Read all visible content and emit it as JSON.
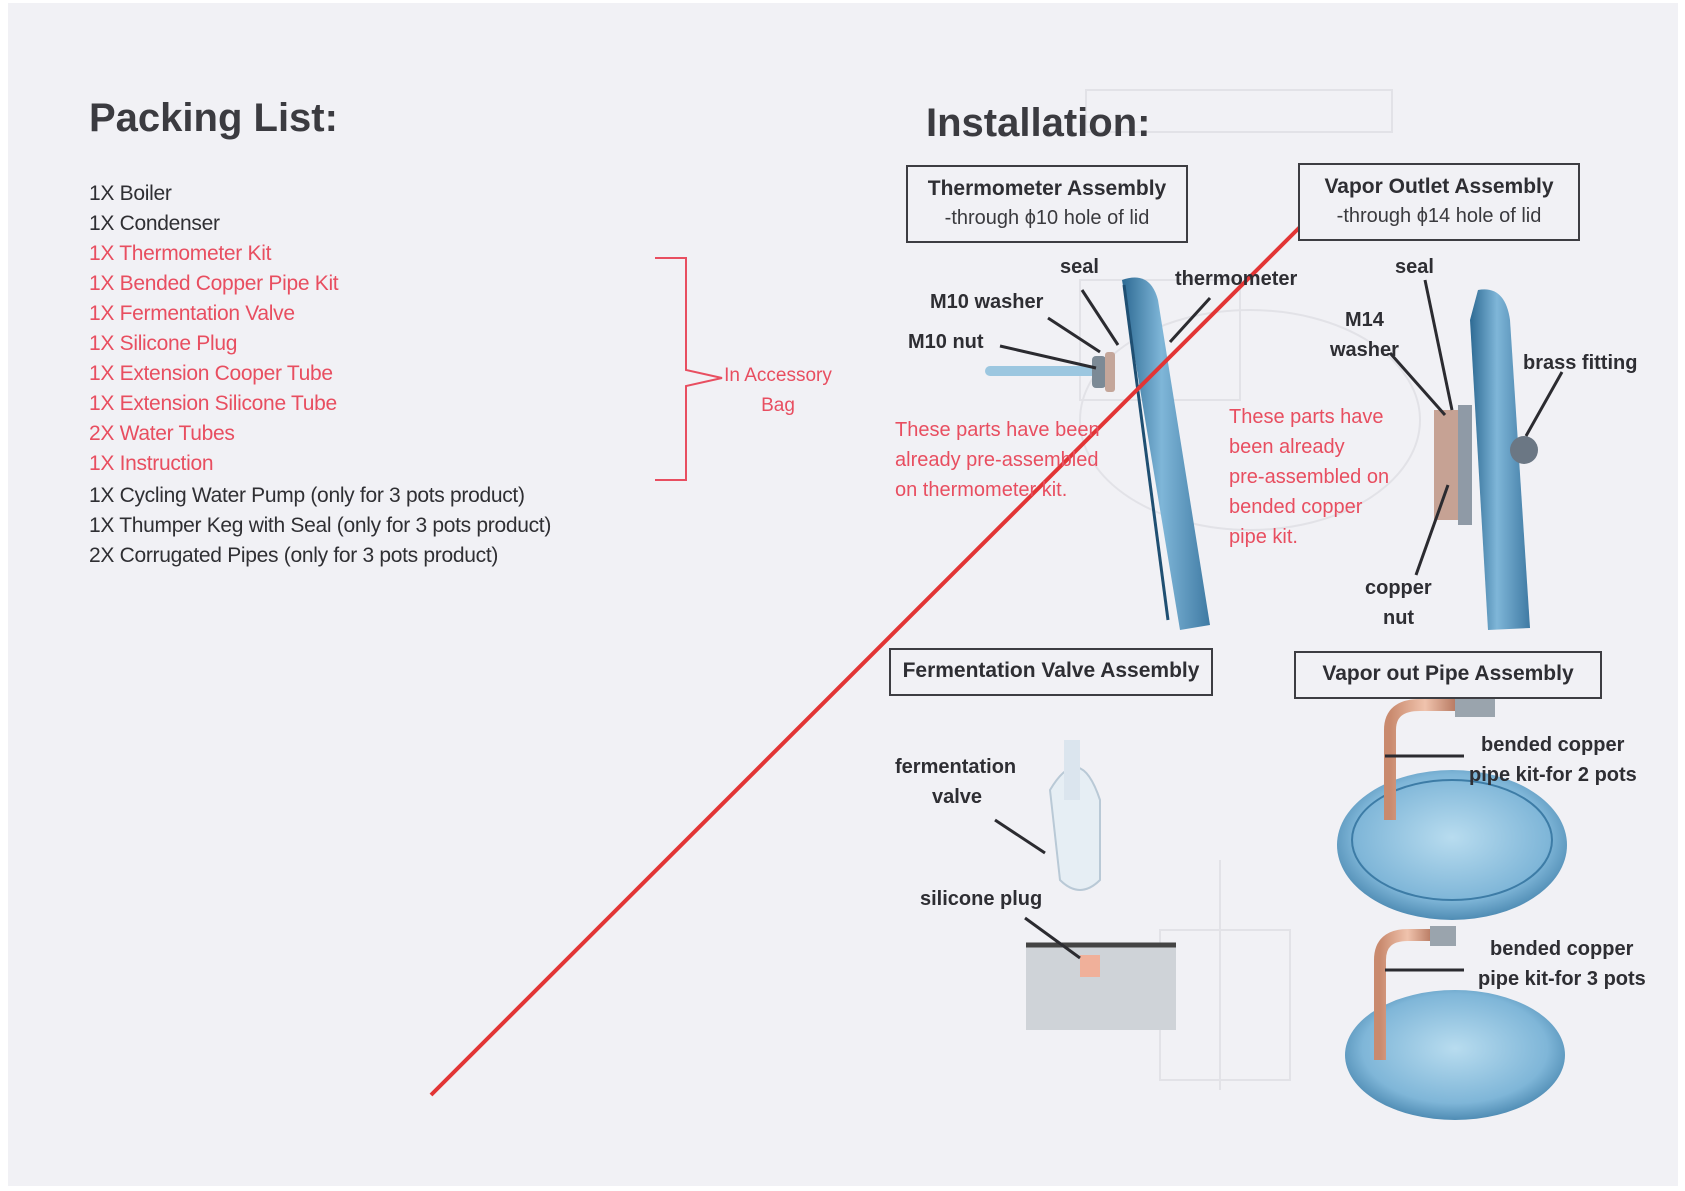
{
  "packing": {
    "title": "Packing List:",
    "items": [
      {
        "text": "1X Boiler",
        "accessory": false
      },
      {
        "text": "1X Condenser",
        "accessory": false
      },
      {
        "text": "1X Thermometer Kit",
        "accessory": true
      },
      {
        "text": "1X Bended Copper Pipe Kit",
        "accessory": true
      },
      {
        "text": "1X Fermentation Valve",
        "accessory": true
      },
      {
        "text": "1X Silicone Plug",
        "accessory": true
      },
      {
        "text": "1X Extension Cooper Tube",
        "accessory": true
      },
      {
        "text": "1X Extension Silicone Tube",
        "accessory": true
      },
      {
        "text": "2X Water Tubes",
        "accessory": true
      },
      {
        "text": "1X Instruction",
        "accessory": true
      },
      {
        "text": "1X Cycling Water Pump (only for 3 pots product)",
        "accessory": false
      },
      {
        "text": "1X Thumper Keg with Seal (only for 3 pots product)",
        "accessory": false
      },
      {
        "text": "2X Corrugated Pipes (only for 3 pots product)",
        "accessory": false
      }
    ],
    "bracket_label": [
      "In Accessory",
      "Bag"
    ]
  },
  "installation": {
    "title": "Installation:",
    "thermometer": {
      "title": "Thermometer Assembly",
      "subtitle": "-through  ϕ10 hole of lid",
      "labels": {
        "seal": "seal",
        "thermometer": "thermometer",
        "washer": "M10 washer",
        "nut": "M10 nut"
      },
      "note": [
        "These parts have been",
        "already pre-assembled",
        "on thermometer kit."
      ]
    },
    "vapor_outlet": {
      "title": "Vapor Outlet Assembly",
      "subtitle": "-through  ϕ14 hole of lid",
      "labels": {
        "seal": "seal",
        "m14": "M14",
        "washer": "washer",
        "brass": "brass fitting",
        "copper": "copper",
        "nut": "nut"
      },
      "note": [
        "These parts have",
        "been already",
        "pre-assembled on",
        "bended copper",
        "pipe kit."
      ]
    },
    "fermentation": {
      "title": "Fermentation Valve Assembly",
      "labels": {
        "valve1": "fermentation",
        "valve2": "valve",
        "plug": "silicone plug"
      }
    },
    "vapor_pipe": {
      "title": "Vapor out Pipe Assembly",
      "labels": [
        "bended copper",
        "pipe kit-for 2 pots",
        "bended copper",
        "pipe kit-for 3 pots"
      ]
    }
  },
  "colors": {
    "accessory": "#e84e60",
    "text": "#2f2f33",
    "slash": "#e23535",
    "background": "#f1f1f5"
  }
}
